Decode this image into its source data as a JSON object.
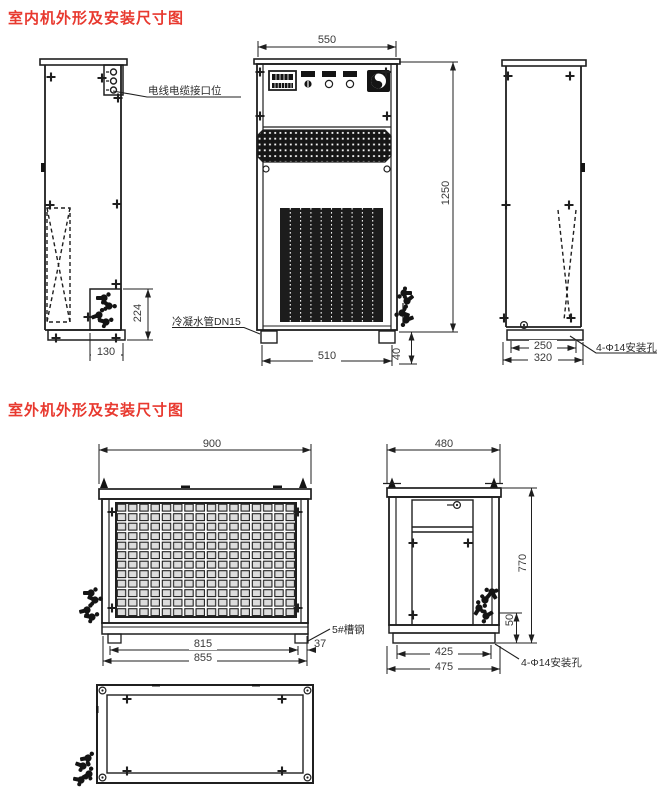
{
  "colors": {
    "title_red": "#e8392f",
    "line": "#1f1f1f",
    "dim_text": "#3a3a3a"
  },
  "indoor": {
    "title": "室内机外形及安装尺寸图",
    "labels": {
      "cable_port": "电线电缆接口位",
      "condensate_pipe": "冷凝水管DN15",
      "mounting_holes": "4-Φ14安装孔"
    },
    "dims": {
      "front_width": "550",
      "front_height": "1250",
      "front_base_width": "510",
      "pipe_outlet_height": "40",
      "side_pipe_box_height": "224",
      "side_pipe_box_width": "130",
      "side_hole_pitch": "250",
      "side_base_depth": "320"
    }
  },
  "outdoor": {
    "title": "室外机外形及安装尺寸图",
    "labels": {
      "channel_steel": "5#槽钢",
      "mounting_holes": "4-Φ14安装孔"
    },
    "dims": {
      "front_width": "900",
      "foot_pitch": "815",
      "base_width": "855",
      "foot_width": "37",
      "side_width": "480",
      "side_height": "770",
      "base_height": "50",
      "side_foot_pitch": "425",
      "side_base_depth": "475"
    }
  }
}
